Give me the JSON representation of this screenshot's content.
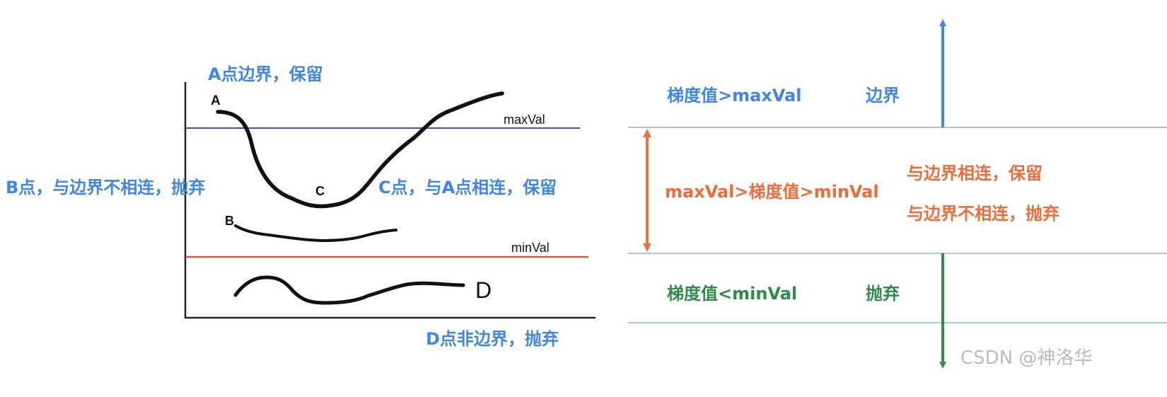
{
  "colors": {
    "blue_text": "#3f86e6",
    "orange_text": "#ee6b3b",
    "green_text": "#2e8b4a",
    "max_line": "#3355aa",
    "min_line": "#d9573a",
    "divider": "#8fb4c7",
    "arrow_blue": "#3f86e6",
    "arrow_orange": "#f0703a",
    "arrow_green": "#2e8b4a",
    "watermark": "#bbbbbb"
  },
  "left_diagram": {
    "label_A_note": "A点边界，保留",
    "label_B_note": "B点，与边界不相连，抛弃",
    "label_C_note": "C点，与A点相连，保留",
    "label_D_note": "D点非边界，抛弃",
    "point_A": "A",
    "point_B": "B",
    "point_C": "C",
    "point_D": "D",
    "max_label": "maxVal",
    "min_label": "minVal"
  },
  "right_diagram": {
    "above_max_condition": "梯度值>maxVal",
    "above_max_result": "边界",
    "between_condition": "maxVal>梯度值>minVal",
    "between_result_connected": "与边界相连，保留",
    "between_result_disconnected": "与边界不相连，抛弃",
    "below_min_condition": "梯度值<minVal",
    "below_min_result": "抛弃"
  },
  "watermark": "CSDN @神洛华"
}
